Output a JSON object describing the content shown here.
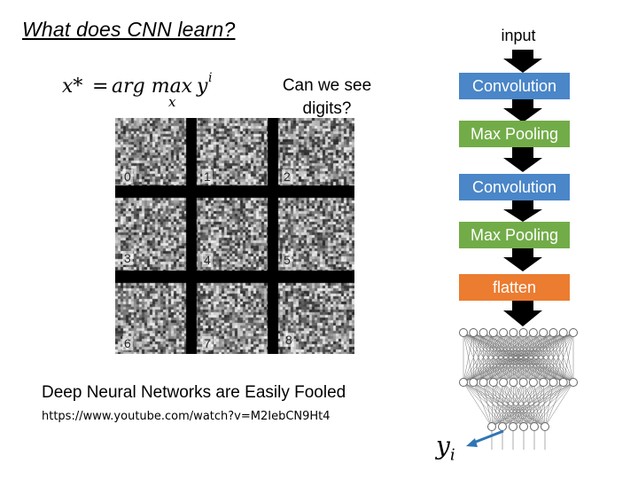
{
  "slide": {
    "title": "What does CNN learn?",
    "question": "Can we see digits?",
    "caption": "Deep Neural Networks are Easily Fooled",
    "source_url": "https://www.youtube.com/watch?v=M2IebCN9Ht4"
  },
  "formula": {
    "lhs": "x*",
    "equals": "=",
    "operator": "arg max",
    "subscript": "x",
    "term": "y",
    "superscript": "i"
  },
  "digit_grid": {
    "labels": [
      "0",
      "1",
      "2",
      "3",
      "4",
      "5",
      "6",
      "7",
      "8"
    ]
  },
  "pipeline": {
    "input_label": "input",
    "stages": [
      {
        "label": "Convolution",
        "color": "#4a86c8"
      },
      {
        "label": "Max Pooling",
        "color": "#72ac48"
      },
      {
        "label": "Convolution",
        "color": "#4a86c8"
      },
      {
        "label": "Max Pooling",
        "color": "#72ac48"
      },
      {
        "label": "flatten",
        "color": "#ec7c30"
      }
    ],
    "output_label": "y",
    "output_subscript": "i"
  },
  "colors": {
    "arrow": "#000000",
    "output_arrow": "#2e75b6"
  }
}
